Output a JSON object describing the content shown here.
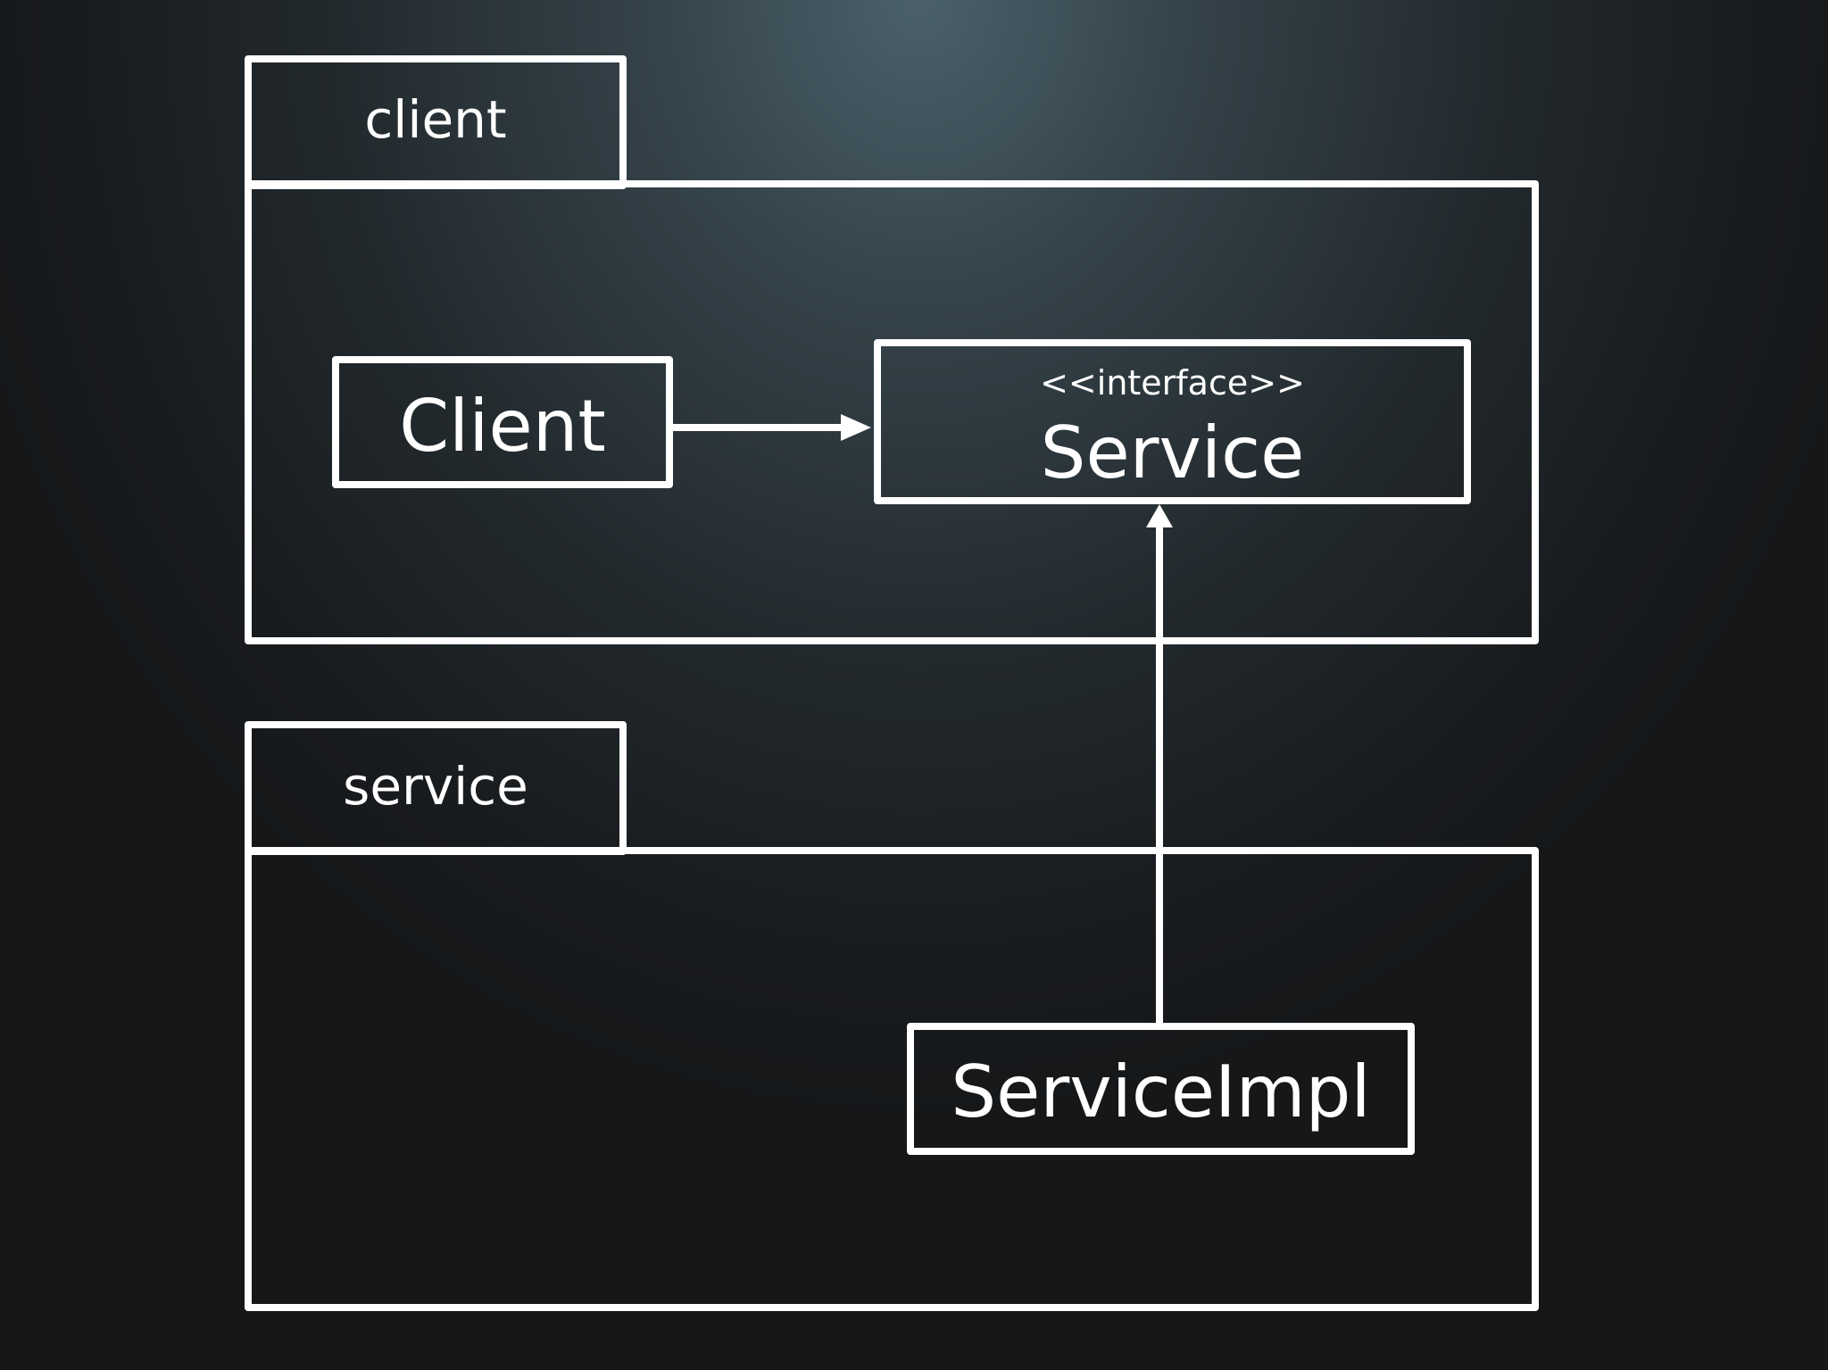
{
  "diagram": {
    "packages": [
      {
        "name": "client"
      },
      {
        "name": "service"
      }
    ],
    "classes": {
      "client": {
        "name": "Client"
      },
      "service": {
        "stereotype": "<<interface>>",
        "name": "Service"
      },
      "impl": {
        "name": "ServiceImpl"
      }
    },
    "relations": [
      {
        "from": "Client",
        "to": "Service",
        "type": "dependency"
      },
      {
        "from": "ServiceImpl",
        "to": "Service",
        "type": "realization"
      }
    ],
    "colors": {
      "line": "#ffffff",
      "text": "#ffffff"
    }
  }
}
